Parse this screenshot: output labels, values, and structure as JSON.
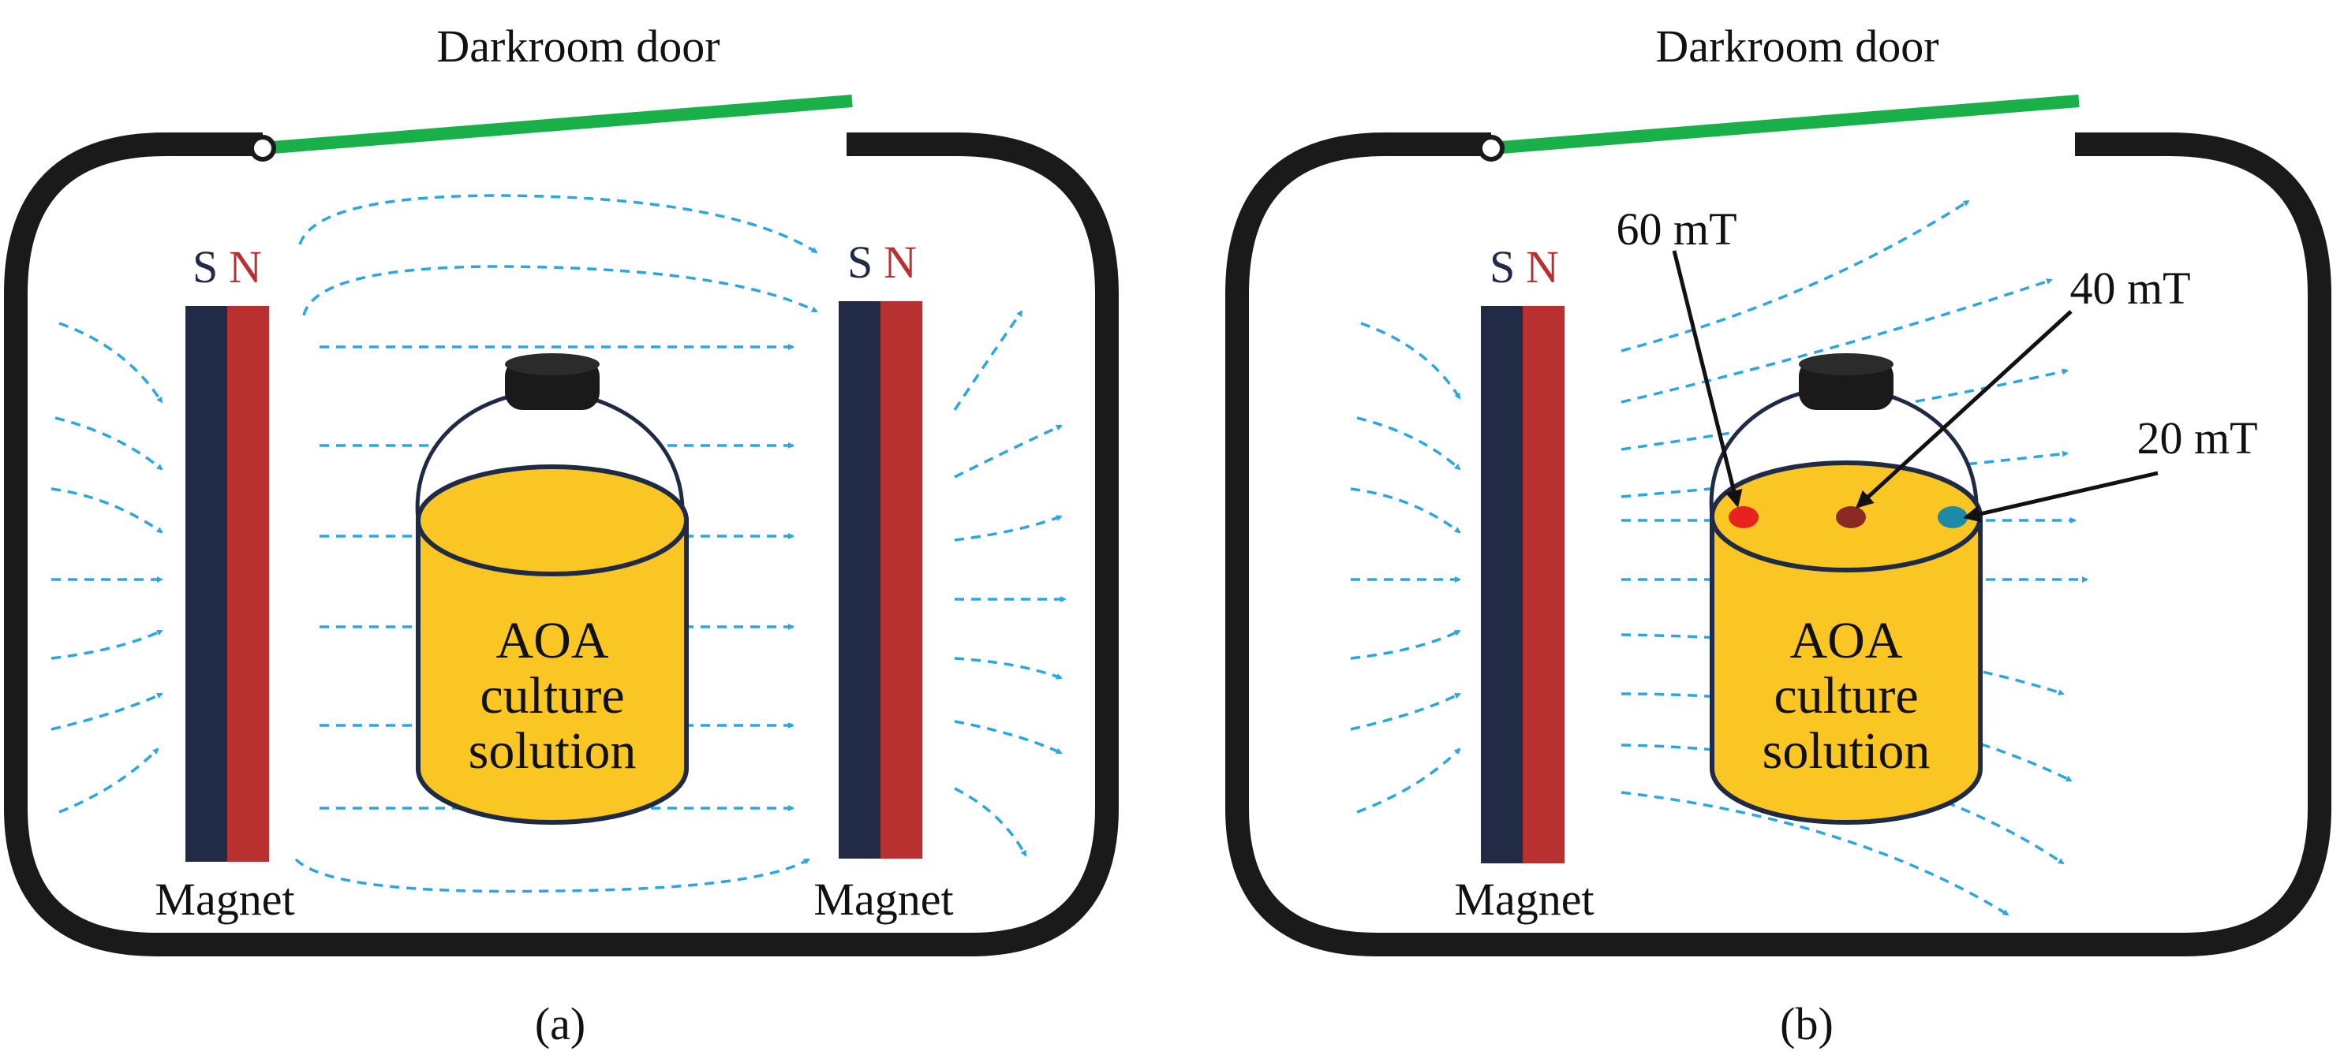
{
  "panels": [
    {
      "door_label": "Darkroom door",
      "caption": "(a)",
      "magnets": [
        {
          "s_label": "S",
          "n_label": "N",
          "name_label": "Magnet"
        },
        {
          "s_label": "S",
          "n_label": "N",
          "name_label": "Magnet"
        }
      ],
      "jar_text": [
        "AOA",
        "culture",
        "solution"
      ]
    },
    {
      "door_label": "Darkroom door",
      "caption": "(b)",
      "magnets": [
        {
          "s_label": "S",
          "n_label": "N",
          "name_label": "Magnet"
        }
      ],
      "jar_text": [
        "AOA",
        "culture",
        "solution"
      ],
      "measurement_points": [
        {
          "label": "60 mT",
          "color": "#e8231f"
        },
        {
          "label": "40 mT",
          "color": "#8a2a22"
        },
        {
          "label": "20 mT",
          "color": "#1d8aa8"
        }
      ]
    }
  ],
  "colors": {
    "enclosure": "#1a1a1a",
    "door": "#19b04a",
    "magnet_south": "#222b45",
    "magnet_north": "#b83030",
    "field_lines": "#2aa7e0",
    "jar_fill": "#f9c623",
    "jar_outline": "#1f2a44",
    "jar_cap": "#1a1a1a"
  }
}
